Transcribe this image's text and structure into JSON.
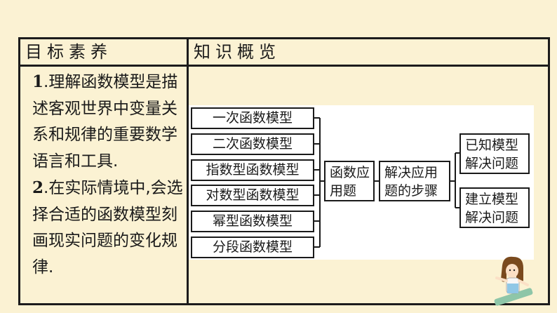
{
  "headers": {
    "goals": "目标素养",
    "overview": "知识概览"
  },
  "goals": {
    "item1_num": "1",
    "item1_text": ".理解函数模型是描述客观世界中变量关系和规律的重要数学语言和工具.",
    "item2_num": "2",
    "item2_text": ".在实际情境中,会选择合适的函数模型刻画现实问题的变化规律."
  },
  "diagram": {
    "models": [
      "一次函数模型",
      "二次函数模型",
      "指数型函数模型",
      "对数型函数模型",
      "幂型函数模型",
      "分段函数模型"
    ],
    "application": "函数应用题",
    "steps": "解决应用题的步骤",
    "outcomes": [
      "已知模型解决问题",
      "建立模型解决问题"
    ]
  }
}
